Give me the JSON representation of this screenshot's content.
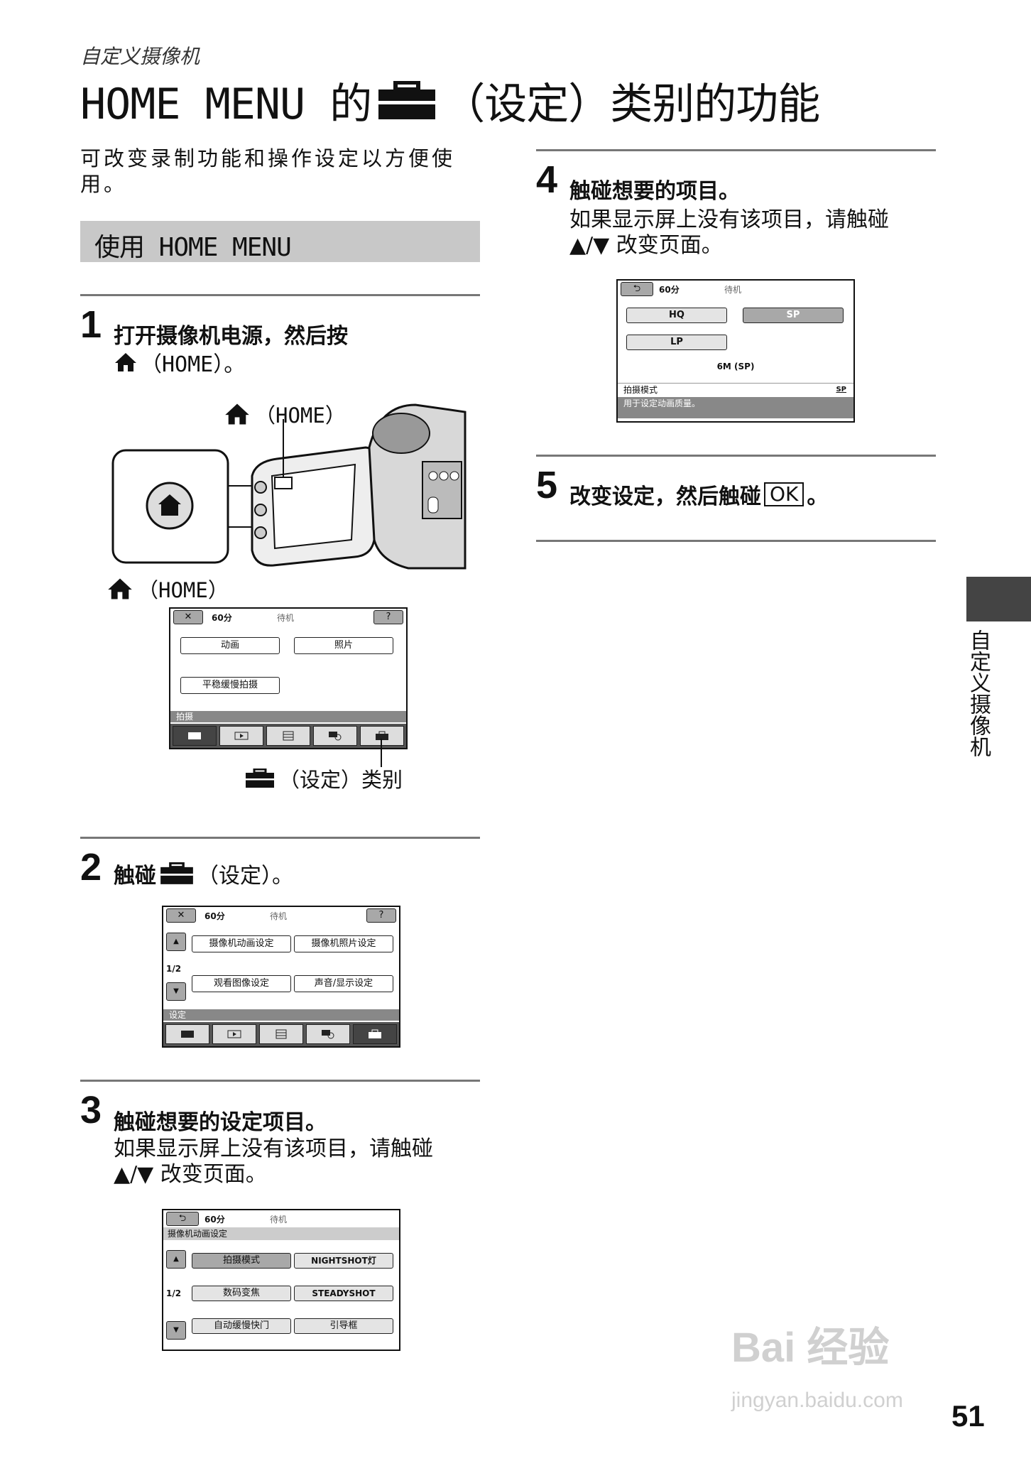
{
  "header": {
    "section_label": "自定义摄像机",
    "title_prefix": "HOME MENU 的",
    "title_suffix": "（设定）类别的功能",
    "intro": "可改变录制功能和操作设定以方便使用。"
  },
  "subheading": "使用 HOME MENU",
  "steps": [
    {
      "num": "1",
      "line1": "打开摄像机电源，然后按",
      "line2": "（HOME）。"
    },
    {
      "num": "2",
      "text_a": "触碰",
      "text_b": "（设定）。"
    },
    {
      "num": "3",
      "text": "触碰想要的设定项目。",
      "sub1": "如果显示屏上没有该项目，请触碰",
      "sub2": "▲/▼ 改变页面。"
    },
    {
      "num": "4",
      "text": "触碰想要的项目。",
      "sub1": "如果显示屏上没有该项目，请触碰",
      "sub2": "▲/▼ 改变页面。"
    },
    {
      "num": "5",
      "text_a": "改变设定，然后触碰",
      "ok": "OK",
      "text_b": "。"
    }
  ],
  "illustration": {
    "home_label_1": "（HOME）",
    "home_label_2": "（HOME）",
    "setting_category_caption": "（设定）类别"
  },
  "screen1": {
    "battery": "60分",
    "status": "待机",
    "help": "?",
    "buttons": [
      "动画",
      "照片",
      "平稳缓慢拍摄"
    ],
    "category": "拍摄"
  },
  "screen2": {
    "battery": "60分",
    "status": "待机",
    "help": "?",
    "page": "1/2",
    "buttons": [
      "摄像机动画设定",
      "摄像机照片设定",
      "观看图像设定",
      "声音/显示设定"
    ],
    "category": "设定"
  },
  "screen3": {
    "battery": "60分",
    "status": "待机",
    "heading": "摄像机动画设定",
    "page": "1/2",
    "buttons": [
      "拍摄模式",
      "NIGHTSHOT灯",
      "数码变焦",
      "STEADYSHOT",
      "自动缓慢快门",
      "引导框"
    ]
  },
  "screen4": {
    "battery": "60分",
    "status": "待机",
    "buttons": [
      "HQ",
      "SP",
      "LP"
    ],
    "info": "6M (SP)",
    "mode_label": "拍摄模式",
    "mode_badge": "SP",
    "desc": "用于设定动画质量。"
  },
  "side_tab": "自定义摄像机",
  "page_number": "51",
  "watermark": {
    "brand": "Bai 经验",
    "url": "jingyan.baidu.com"
  },
  "colors": {
    "accent_gray": "#c8c8c8",
    "screen_bar": "#888888",
    "side_tab": "#444444"
  }
}
